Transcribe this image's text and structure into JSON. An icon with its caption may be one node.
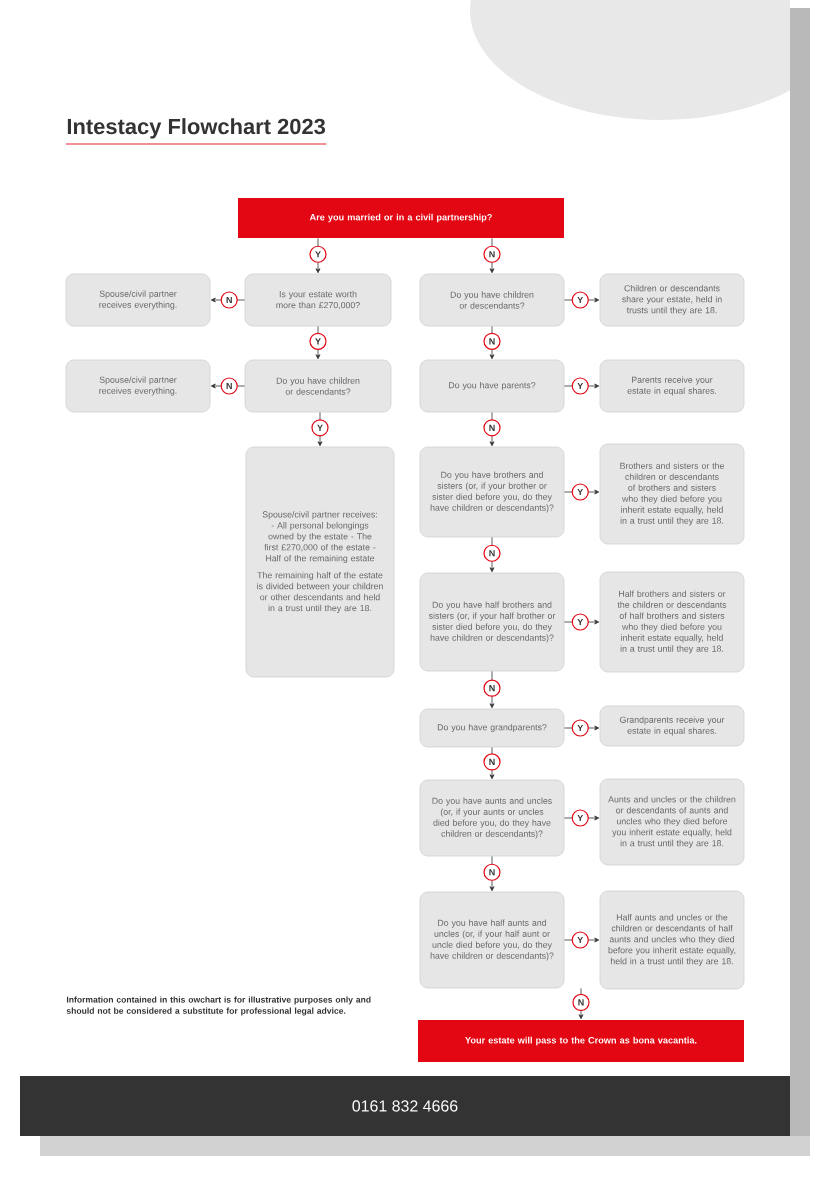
{
  "diagram": {
    "title": "Intestacy Flowchart 2023",
    "nodes": [
      {
        "text": [
          "Are you married or in a civil partnership?"
        ]
      },
      {
        "text": [
          "Is your estate worth more than £270,000?"
        ]
      },
      {
        "text": [
          "Spouse/civil partner receives everything."
        ]
      },
      {
        "text": [
          "Do you have children or descendants?"
        ]
      },
      {
        "text": [
          "Spouse/civil partner receives everything."
        ]
      },
      {
        "text": [
          "Spouse/civil partner receives: - All personal belongings owned by the estate - The first £270,000 of the estate - Half of the remaining estate",
          "The remaining half of the estate is divided between your children or other descendants and held in a trust until they are 18."
        ]
      },
      {
        "text": [
          "Do you have children or descendants?"
        ]
      },
      {
        "text": [
          "Children or descendants share your estate, held in trusts until they are 18."
        ]
      },
      {
        "text": [
          "Do you have parents?"
        ]
      },
      {
        "text": [
          "Parents receive your estate in equal shares."
        ]
      },
      {
        "text": [
          "Do you have brothers and sisters (or, if your brother or sister died before you, do they have children or descendants)?"
        ]
      },
      {
        "text": [
          "Brothers and sisters or the children or descendants of brothers and sisters who they died before you inherit estate equally, held in a trust until they are 18."
        ]
      },
      {
        "text": [
          "Do you have half brothers and sisters (or, if your half brother or sister died before you, do they have children or descendants)?"
        ]
      },
      {
        "text": [
          "Half brothers and sisters or the children or descendants of half brothers and sisters who they died before you inherit estate equally, held in a trust until they are 18."
        ]
      },
      {
        "text": [
          "Do you have grandparents?"
        ]
      },
      {
        "text": [
          "Grandparents receive your estate in equal shares."
        ]
      },
      {
        "text": [
          "Do you have aunts and uncles (or, if your aunts or uncles died before you, do they have children or descendants)?"
        ]
      },
      {
        "text": [
          "Aunts and uncles or the children or descendants of aunts and uncles who they died before you inherit estate equally, held in a trust until they are 18."
        ]
      },
      {
        "text": [
          "Do you have half aunts and uncles (or, if your half aunt or uncle died before you, do they have children or descendants)?"
        ]
      },
      {
        "text": [
          "Half aunts and uncles or the children or descendants of half aunts and uncles who they died before you inherit estate equally, held in a trust until they are 18."
        ]
      },
      {
        "text": [
          "Your estate will pass to the Crown as bona vacantia."
        ]
      }
    ],
    "edges": [
      {
        "from": 0,
        "to": 1,
        "arrow": "to",
        "label": "Y"
      },
      {
        "from": 1,
        "to": 2,
        "arrow": "to",
        "label": "N"
      },
      {
        "from": 1,
        "to": 3,
        "arrow": "to",
        "label": "Y"
      },
      {
        "from": 3,
        "to": 4,
        "arrow": "to",
        "label": "N"
      },
      {
        "from": 3,
        "to": 5,
        "arrow": "to",
        "label": "Y"
      },
      {
        "from": 0,
        "to": 6,
        "arrow": "to",
        "label": "N"
      },
      {
        "from": 6,
        "to": 7,
        "arrow": "to",
        "label": "Y"
      },
      {
        "from": 6,
        "to": 8,
        "arrow": "to",
        "label": "N"
      },
      {
        "from": 8,
        "to": 9,
        "arrow": "to",
        "label": "Y"
      },
      {
        "from": 8,
        "to": 10,
        "arrow": "to",
        "label": "N"
      },
      {
        "from": 10,
        "to": 11,
        "arrow": "to",
        "label": "Y"
      },
      {
        "from": 10,
        "to": 12,
        "arrow": "to",
        "label": "N"
      },
      {
        "from": 12,
        "to": 13,
        "arrow": "to",
        "label": "Y"
      },
      {
        "from": 12,
        "to": 14,
        "arrow": "to",
        "label": "N"
      },
      {
        "from": 14,
        "to": 15,
        "arrow": "to",
        "label": "Y"
      },
      {
        "from": 14,
        "to": 16,
        "arrow": "to",
        "label": "N"
      },
      {
        "from": 16,
        "to": 17,
        "arrow": "to",
        "label": "Y"
      },
      {
        "from": 16,
        "to": 18,
        "arrow": "to",
        "label": "N"
      },
      {
        "from": 18,
        "to": 19,
        "arrow": "to",
        "label": "Y"
      },
      {
        "from": 18,
        "to": 20,
        "arrow": "to",
        "label": "N"
      }
    ],
    "labels": [
      "Information contained in this owchart is for illustrative purposes only and should not be considered a substitute for professional legal advice.",
      "0161 832 4666"
    ]
  }
}
